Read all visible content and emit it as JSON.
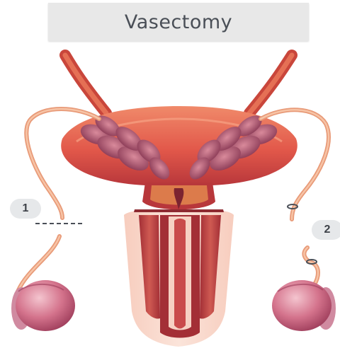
{
  "title": "Vasectomy",
  "markers": [
    {
      "label": "1"
    },
    {
      "label": "2"
    }
  ],
  "colors": {
    "title_bg": "#e8e8e8",
    "title_text": "#4a4f57",
    "tissue_dark": "#b8373b",
    "tissue_light": "#e8745f",
    "gland": "#a8566e",
    "vas_deferens": "#f0a783",
    "testis": "#c35a78",
    "ligature": "#4a4f57"
  }
}
